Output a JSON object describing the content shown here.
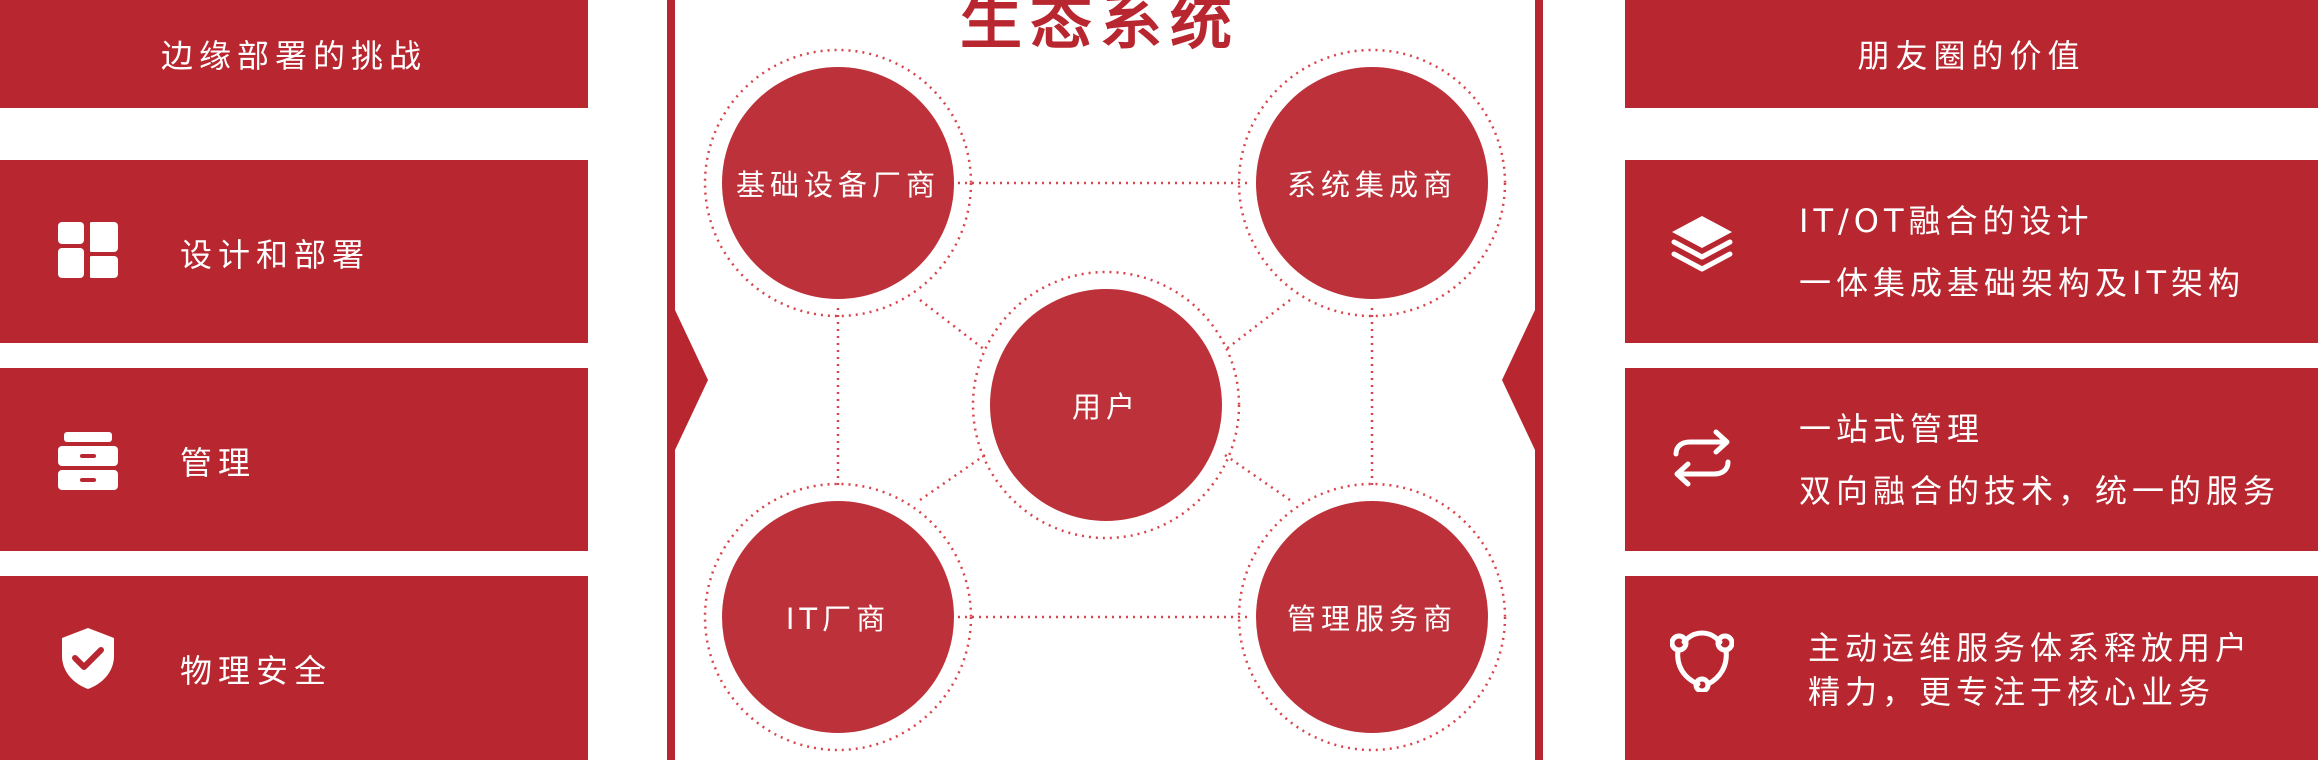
{
  "left_column": {
    "header": "边缘部署的挑战",
    "items": [
      {
        "label": "设计和部署",
        "icon": "layout-blocks-icon"
      },
      {
        "label": "管理",
        "icon": "storage-drawers-icon"
      },
      {
        "label": "物理安全",
        "icon": "shield-check-icon"
      }
    ]
  },
  "right_column": {
    "header": "朋友圈的价值",
    "items": [
      {
        "lines": [
          "IT/OT融合的设计",
          "一体集成基础架构及IT架构"
        ],
        "icon": "layers-stack-icon"
      },
      {
        "lines": [
          "一站式管理",
          "双向融合的技术，统一的服务"
        ],
        "icon": "sync-arrows-icon"
      },
      {
        "lines": [
          "主动运维服务体系释放用户",
          "精力，更专注于核心业务"
        ],
        "icon": "network-nodes-icon"
      }
    ]
  },
  "center": {
    "title": "生态系统",
    "nodes": {
      "top_left": "基础设备厂商",
      "top_right": "系统集成商",
      "center": "用户",
      "bottom_left": "IT厂商",
      "bottom_right": "管理服务商"
    }
  },
  "colors": {
    "primary_red": "#b8262f",
    "node_red": "#bd323a",
    "dotted_line": "#d9434b",
    "text_light": "#ffffff"
  }
}
